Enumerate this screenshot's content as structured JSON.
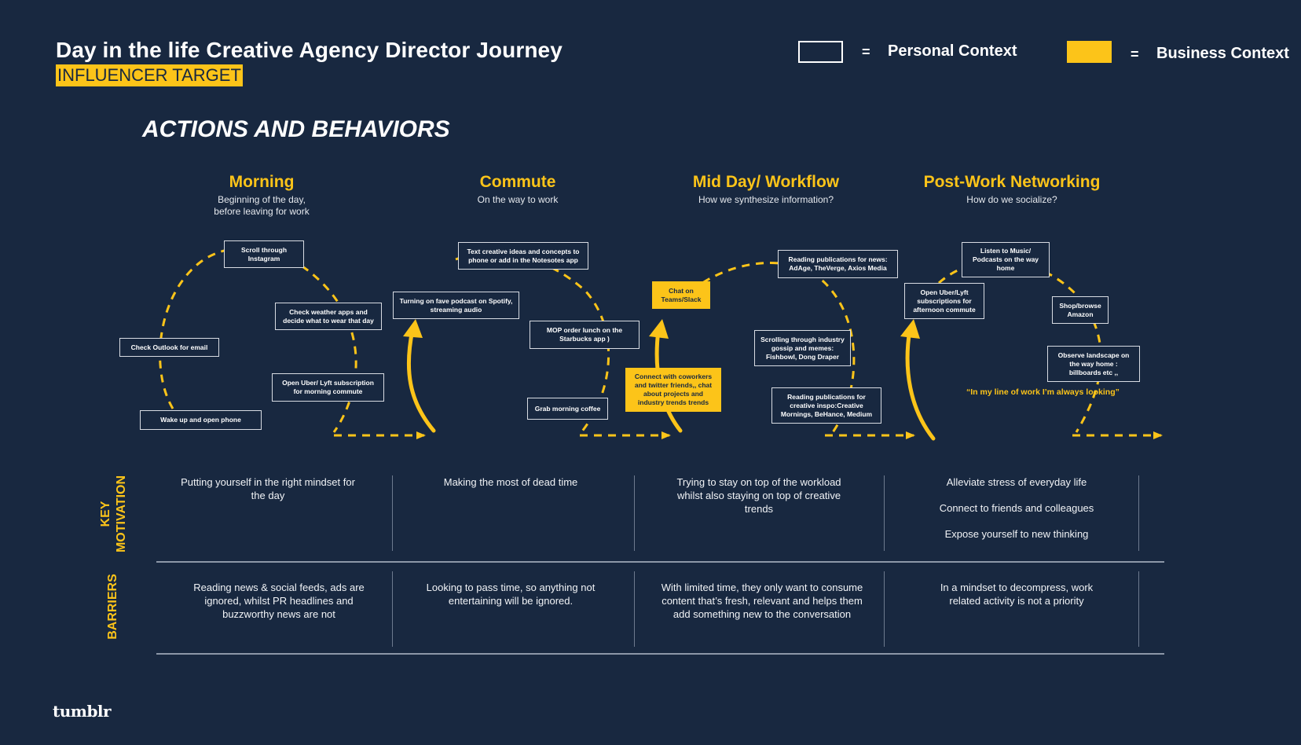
{
  "header": {
    "title": "Day in the life Creative Agency Director Journey",
    "subtitle": "INFLUENCER TARGET"
  },
  "legend": {
    "equals": "=",
    "personal_label": "Personal Context",
    "business_label": "Business Context",
    "business_color": "#fcc419",
    "background_color": "#182840"
  },
  "section_title": "ACTIONS AND BEHAVIORS",
  "stages": [
    {
      "title": "Morning",
      "subtitle": "Beginning of the day, before leaving for work"
    },
    {
      "title": "Commute",
      "subtitle": "On the way to work"
    },
    {
      "title": "Mid Day/ Workflow",
      "subtitle": "How we synthesize information?"
    },
    {
      "title": "Post-Work Networking",
      "subtitle": "How do we socialize?"
    }
  ],
  "actions": {
    "morning": [
      "Scroll through Instagram",
      "Check weather apps and decide what to wear that day",
      "Check Outlook for email",
      "Open Uber/ Lyft subscription for morning commute",
      "Wake up and open phone"
    ],
    "commute": [
      "Text creative ideas and concepts to phone or add in the Notesotes app",
      "Turning on fave podcast on Spotify, streaming audio",
      "MOP order lunch on the Starbucks app )",
      "Grab morning coffee"
    ],
    "midday": [
      "Chat on Teams/Slack",
      "Reading publications for news: AdAge, TheVerge, Axios Media",
      "Scrolling through industry gossip and memes: Fishbowl, Dong Draper",
      "Connect with coworkers and twitter friends,, chat about projects and industry trends  trends",
      "Reading publications for creative inspo:Creative Mornings, BeHance, Medium"
    ],
    "postwork": [
      "Listen to Music/ Podcasts on the way home",
      "Open Uber/Lyft subscriptions for afternoon commute",
      "Shop/browse Amazon",
      "Observe landscape on the way home : billboards etc ,,"
    ],
    "quote": "“In my line of work I’m always looking”"
  },
  "rows": {
    "motivation_label_line1": "KEY",
    "motivation_label_line2": "MOTIVATION",
    "barriers_label": "BARRIERS",
    "motivation": [
      [
        "Putting yourself in the right mindset for the day"
      ],
      [
        "Making the most of dead time"
      ],
      [
        "Trying to stay on top of the workload whilst also staying on top of creative trends"
      ],
      [
        "Alleviate stress of everyday life",
        "Connect to friends and colleagues",
        "Expose yourself to new thinking"
      ]
    ],
    "barriers": [
      "Reading news & social feeds, ads are ignored, whilst PR headlines and buzzworthy news are not",
      "Looking to pass time, so anything not entertaining will be ignored.",
      "With limited time, they only want to consume content that’s fresh, relevant and helps them add something new to the conversation",
      "In a mindset to decompress, work related activity is not a priority"
    ]
  },
  "footer": {
    "logo": "tumblr"
  }
}
